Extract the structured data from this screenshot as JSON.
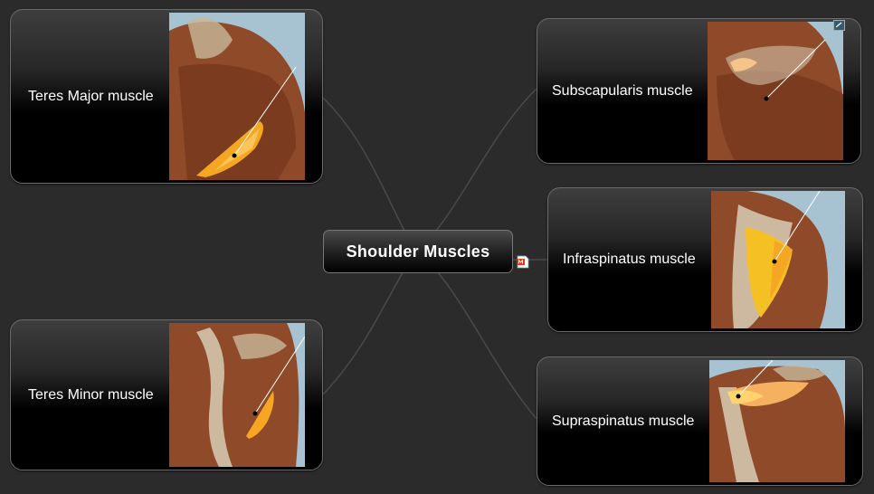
{
  "central_topic": "Shoulder Muscles",
  "icons": {
    "note": "note-document-icon",
    "corner": "expand-image-icon"
  },
  "colors": {
    "background": "#2b2b2b",
    "muscle": "#8f4a2a",
    "highlight": "#f5a623",
    "sky": "#a7c3d1"
  },
  "branches": [
    {
      "id": "teres-major",
      "label": "Teres Major muscle",
      "side": "left"
    },
    {
      "id": "teres-minor",
      "label": "Teres Minor muscle",
      "side": "left"
    },
    {
      "id": "subscapularis",
      "label": "Subscapularis muscle",
      "side": "right"
    },
    {
      "id": "infraspinatus",
      "label": "Infraspinatus muscle",
      "side": "right"
    },
    {
      "id": "supraspinatus",
      "label": "Supraspinatus muscle",
      "side": "right"
    }
  ]
}
